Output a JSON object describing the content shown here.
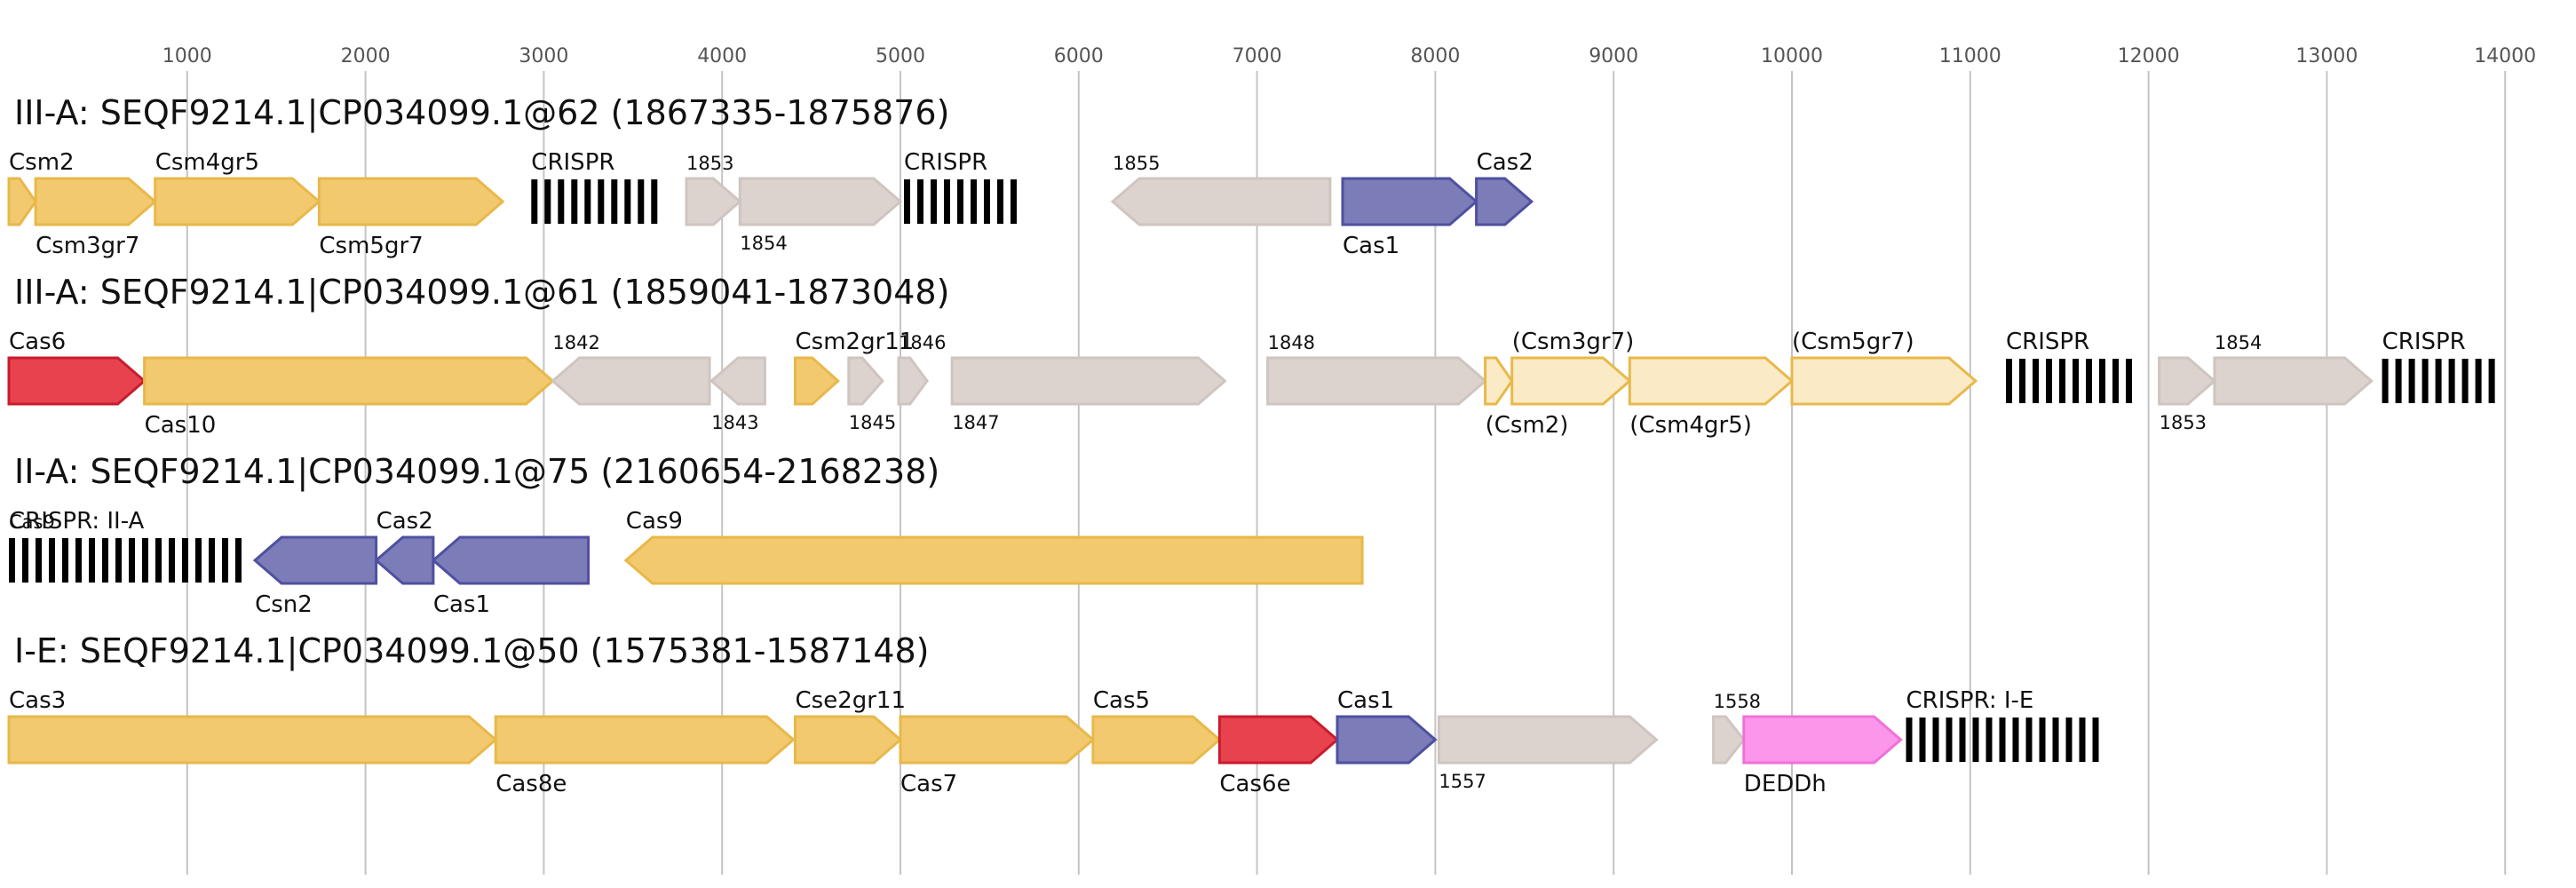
{
  "chart_data": {
    "type": "gene-map",
    "axis": {
      "ticks": [
        1000,
        2000,
        3000,
        4000,
        5000,
        6000,
        7000,
        8000,
        9000,
        10000,
        11000,
        12000,
        13000,
        14000
      ],
      "range": [
        0,
        14100
      ]
    },
    "colors": {
      "yellow": "#f2c96e",
      "yellow_stroke": "#e8b84a",
      "light_yellow": "#faebc6",
      "light_yellow_stroke": "#e8b84a",
      "gray": "#dcd3cf",
      "gray_stroke": "#cfc5c0",
      "blue": "#7b7cb8",
      "blue_stroke": "#4f50a0",
      "red": "#e8424f",
      "red_stroke": "#c91c2e",
      "pink": "#fb96ea",
      "pink_stroke": "#f070d8"
    },
    "tracks": [
      {
        "title": "III-A: SEQF9214.1|CP034099.1@62 (1867335-1875876)",
        "features": [
          {
            "kind": "gene",
            "start": 0,
            "end": 150,
            "strand": 1,
            "color": "yellow",
            "label": "Csm2",
            "label_pos": "above"
          },
          {
            "kind": "gene",
            "start": 150,
            "end": 820,
            "strand": 1,
            "color": "yellow",
            "label": "Csm3gr7",
            "label_pos": "below"
          },
          {
            "kind": "gene",
            "start": 820,
            "end": 1740,
            "strand": 1,
            "color": "yellow",
            "label": "Csm4gr5",
            "label_pos": "above"
          },
          {
            "kind": "gene",
            "start": 1740,
            "end": 2770,
            "strand": 1,
            "color": "yellow",
            "label": "Csm5gr7",
            "label_pos": "below"
          },
          {
            "kind": "crispr",
            "start": 2930,
            "end": 3700,
            "label": "CRISPR",
            "label_pos": "above"
          },
          {
            "kind": "gene",
            "start": 3800,
            "end": 4100,
            "strand": 1,
            "color": "gray",
            "label": "1853",
            "label_pos": "above",
            "small": true
          },
          {
            "kind": "gene",
            "start": 4100,
            "end": 5000,
            "strand": 1,
            "color": "gray",
            "label": "1854",
            "label_pos": "below",
            "small": true
          },
          {
            "kind": "crispr",
            "start": 5020,
            "end": 5720,
            "label": "CRISPR",
            "label_pos": "above"
          },
          {
            "kind": "gene",
            "start": 6190,
            "end": 7410,
            "strand": -1,
            "color": "gray",
            "label": "1855",
            "label_pos": "above",
            "small": true
          },
          {
            "kind": "gene",
            "start": 7480,
            "end": 8230,
            "strand": 1,
            "color": "blue",
            "label": "Cas1",
            "label_pos": "below"
          },
          {
            "kind": "gene",
            "start": 8230,
            "end": 8540,
            "strand": 1,
            "color": "blue",
            "label": "Cas2",
            "label_pos": "above"
          }
        ]
      },
      {
        "title": "III-A: SEQF9214.1|CP034099.1@61 (1859041-1873048)",
        "features": [
          {
            "kind": "gene",
            "start": 0,
            "end": 760,
            "strand": 1,
            "color": "red",
            "label": "Cas6",
            "label_pos": "above"
          },
          {
            "kind": "gene",
            "start": 760,
            "end": 3050,
            "strand": 1,
            "color": "yellow",
            "label": "Cas10",
            "label_pos": "below"
          },
          {
            "kind": "gene",
            "start": 3050,
            "end": 3930,
            "strand": -1,
            "color": "gray",
            "label": "1842",
            "label_pos": "above",
            "small": true
          },
          {
            "kind": "gene",
            "start": 3940,
            "end": 4240,
            "strand": -1,
            "color": "gray",
            "label": "1843",
            "label_pos": "below",
            "small": true
          },
          {
            "kind": "gene",
            "start": 4410,
            "end": 4650,
            "strand": 1,
            "color": "yellow",
            "label": "Csm2gr11",
            "label_pos": "above"
          },
          {
            "kind": "gene",
            "start": 4710,
            "end": 4900,
            "strand": 1,
            "color": "gray",
            "label": "1845",
            "label_pos": "below",
            "small": true
          },
          {
            "kind": "gene",
            "start": 4990,
            "end": 5150,
            "strand": 1,
            "color": "gray",
            "label": "1846",
            "label_pos": "above",
            "small": true
          },
          {
            "kind": "gene",
            "start": 5290,
            "end": 6820,
            "strand": 1,
            "color": "gray",
            "label": "1847",
            "label_pos": "below",
            "small": true
          },
          {
            "kind": "gene",
            "start": 7060,
            "end": 8280,
            "strand": 1,
            "color": "gray",
            "label": "1848",
            "label_pos": "above",
            "small": true
          },
          {
            "kind": "gene",
            "start": 8280,
            "end": 8430,
            "strand": 1,
            "color": "light_yellow",
            "label": "(Csm2)",
            "label_pos": "below"
          },
          {
            "kind": "gene",
            "start": 8430,
            "end": 9090,
            "strand": 1,
            "color": "light_yellow",
            "label": "(Csm3gr7)",
            "label_pos": "above"
          },
          {
            "kind": "gene",
            "start": 9090,
            "end": 10000,
            "strand": 1,
            "color": "light_yellow",
            "label": "(Csm4gr5)",
            "label_pos": "below"
          },
          {
            "kind": "gene",
            "start": 10000,
            "end": 11030,
            "strand": 1,
            "color": "light_yellow",
            "label": "(Csm5gr7)",
            "label_pos": "above"
          },
          {
            "kind": "crispr",
            "start": 11200,
            "end": 11970,
            "label": "CRISPR",
            "label_pos": "above"
          },
          {
            "kind": "gene",
            "start": 12060,
            "end": 12370,
            "strand": 1,
            "color": "gray",
            "label": "1853",
            "label_pos": "below",
            "small": true
          },
          {
            "kind": "gene",
            "start": 12370,
            "end": 13250,
            "strand": 1,
            "color": "gray",
            "label": "1854",
            "label_pos": "above",
            "small": true
          },
          {
            "kind": "crispr",
            "start": 13310,
            "end": 14010,
            "label": "CRISPR",
            "label_pos": "above"
          }
        ]
      },
      {
        "title": "II-A: SEQF9214.1|CP034099.1@75 (2160654-2168238)",
        "features": [
          {
            "kind": "crispr",
            "start": 0,
            "end": 1360,
            "label": "CRISPR: II-A",
            "label_pos": "above"
          },
          {
            "kind": "label",
            "start": 0,
            "label": "Cas9",
            "label_pos": "above",
            "small": true
          },
          {
            "kind": "gene",
            "start": 1380,
            "end": 2060,
            "strand": -1,
            "color": "blue",
            "label": "Csn2",
            "label_pos": "below"
          },
          {
            "kind": "gene",
            "start": 2060,
            "end": 2380,
            "strand": -1,
            "color": "blue",
            "label": "Cas2",
            "label_pos": "above"
          },
          {
            "kind": "gene",
            "start": 2380,
            "end": 3250,
            "strand": -1,
            "color": "blue",
            "label": "Cas1",
            "label_pos": "below"
          },
          {
            "kind": "gene",
            "start": 3460,
            "end": 7590,
            "strand": -1,
            "color": "yellow",
            "label": "Cas9",
            "label_pos": "above"
          }
        ]
      },
      {
        "title": "I-E: SEQF9214.1|CP034099.1@50 (1575381-1587148)",
        "features": [
          {
            "kind": "gene",
            "start": 0,
            "end": 2730,
            "strand": 1,
            "color": "yellow",
            "label": "Cas3",
            "label_pos": "above"
          },
          {
            "kind": "gene",
            "start": 2730,
            "end": 4400,
            "strand": 1,
            "color": "yellow",
            "label": "Cas8e",
            "label_pos": "below"
          },
          {
            "kind": "gene",
            "start": 4410,
            "end": 5000,
            "strand": 1,
            "color": "yellow",
            "label": "Cse2gr11",
            "label_pos": "above"
          },
          {
            "kind": "gene",
            "start": 5000,
            "end": 6080,
            "strand": 1,
            "color": "yellow",
            "label": "Cas7",
            "label_pos": "below"
          },
          {
            "kind": "gene",
            "start": 6080,
            "end": 6790,
            "strand": 1,
            "color": "yellow",
            "label": "Cas5",
            "label_pos": "above"
          },
          {
            "kind": "gene",
            "start": 6790,
            "end": 7450,
            "strand": 1,
            "color": "red",
            "label": "Cas6e",
            "label_pos": "below"
          },
          {
            "kind": "gene",
            "start": 7450,
            "end": 8000,
            "strand": 1,
            "color": "blue",
            "label": "Cas1",
            "label_pos": "above"
          },
          {
            "kind": "gene",
            "start": 8020,
            "end": 9240,
            "strand": 1,
            "color": "gray",
            "label": "1557",
            "label_pos": "below",
            "small": true
          },
          {
            "kind": "gene",
            "start": 9560,
            "end": 9730,
            "strand": 1,
            "color": "gray",
            "label": "1558",
            "label_pos": "above",
            "small": true
          },
          {
            "kind": "gene",
            "start": 9730,
            "end": 10610,
            "strand": 1,
            "color": "pink",
            "label": "DEDDh",
            "label_pos": "below"
          },
          {
            "kind": "crispr",
            "start": 10640,
            "end": 11770,
            "label": "CRISPR: I-E",
            "label_pos": "above"
          }
        ]
      }
    ]
  }
}
